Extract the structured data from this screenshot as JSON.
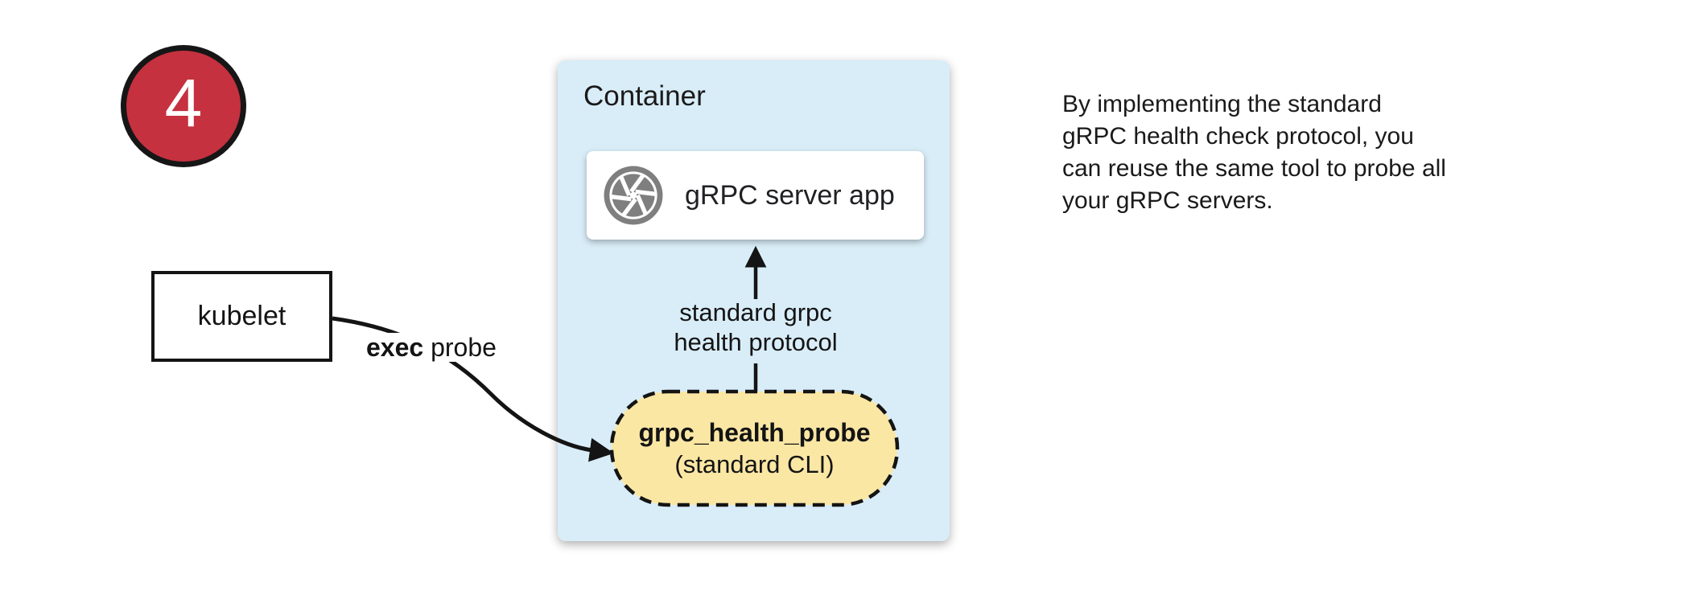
{
  "diagram": {
    "step_badge": {
      "number": "4",
      "fill_color": "#c5313f",
      "border_color": "#161616",
      "number_color": "#ffffff"
    },
    "kubelet_box": {
      "label": "kubelet"
    },
    "exec_probe_label": {
      "bold_part": "exec",
      "regular_part": " probe"
    },
    "container_box": {
      "label": "Container",
      "fill_color": "#d9edf8"
    },
    "server_app_box": {
      "label": "gRPC server app",
      "icon": "aperture-icon",
      "icon_color": "#7f7f7f"
    },
    "health_protocol_arrow_label": {
      "text": "standard grpc\nhealth protocol"
    },
    "probe_pill": {
      "title": "grpc_health_probe",
      "subtitle": "(standard CLI)",
      "fill_color": "#fbe7a4",
      "border_style": "dashed"
    },
    "side_note": {
      "text": "By implementing the standard\ngRPC health check protocol, you\ncan reuse the same tool to probe all\nyour gRPC servers."
    },
    "arrow_color": "#141414"
  }
}
